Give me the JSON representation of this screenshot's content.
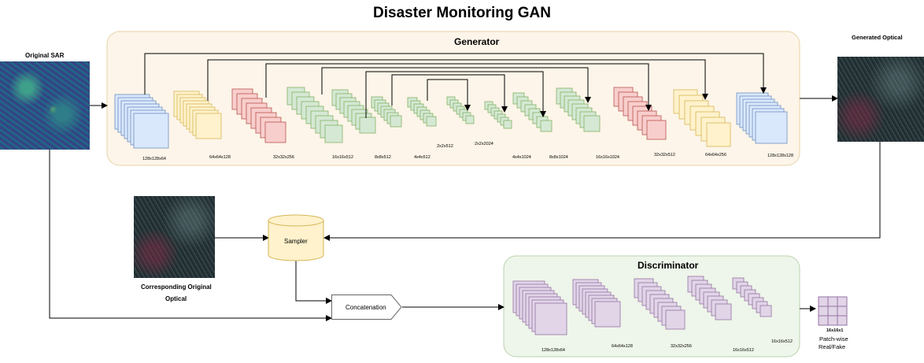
{
  "title": "Disaster Monitoring GAN",
  "sar_label": "Original SAR",
  "generated_label": "Generated Optical",
  "original_optical_label_line1": "Corresponding Original",
  "original_optical_label_line2": "Optical",
  "generator": {
    "label": "Generator",
    "blocks": [
      {
        "label": "128x128x64",
        "color": "blue"
      },
      {
        "label": "64x64x128",
        "color": "yellow"
      },
      {
        "label": "32x32x256",
        "color": "red"
      },
      {
        "label": "16x16x512",
        "color": "green"
      },
      {
        "label": "8x8x512",
        "color": "green"
      },
      {
        "label": "4x4x512",
        "color": "green"
      },
      {
        "label": "2x2x512",
        "color": "green"
      },
      {
        "label": "2x2x2024",
        "color": "green"
      },
      {
        "label": "4x4x1024",
        "color": "green"
      },
      {
        "label": "8x8x1024",
        "color": "green"
      },
      {
        "label": "16x16x1024",
        "color": "green"
      },
      {
        "label": "32x32x512",
        "color": "red"
      },
      {
        "label": "64x64x256",
        "color": "yellow"
      },
      {
        "label": "128x128x128",
        "color": "blue"
      }
    ]
  },
  "sampler_label": "Sampler",
  "concatenation_label": "Concatenation",
  "discriminator": {
    "label": "Discriminator",
    "blocks": [
      {
        "label": "128x128x64"
      },
      {
        "label": "64x64x128"
      },
      {
        "label": "32x32x256"
      },
      {
        "label": "16x16x512"
      },
      {
        "label": "16x16x512"
      }
    ]
  },
  "output_label": "16x16x1",
  "patch_label_line1": "Patch-wise",
  "patch_label_line2": "Real/Fake",
  "colors": {
    "blue_fill": "#dae8fc",
    "blue_stroke": "#6c8ebf",
    "yellow_fill": "#fff2cc",
    "yellow_stroke": "#d6b656",
    "red_fill": "#f8cecc",
    "red_stroke": "#b85450",
    "green_fill": "#d5e8d4",
    "green_stroke": "#82b366",
    "purple_fill": "#e1d5e7",
    "purple_stroke": "#9673a6",
    "generator_bg": "#fdf5e9",
    "discriminator_bg": "#eef5ea"
  }
}
